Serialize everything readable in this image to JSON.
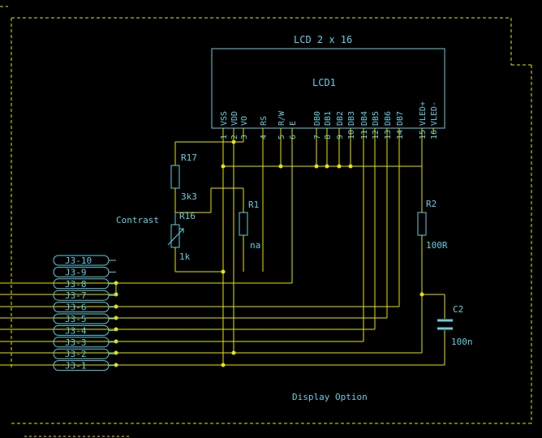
{
  "colors": {
    "background": "#000000",
    "wire": "#e6e600",
    "component": "#66ccdd",
    "label": "#66ccdd",
    "border": "#e6e600"
  },
  "lcd": {
    "title": "LCD 2 x 16",
    "ref": "LCD1",
    "pins": [
      {
        "num": "1",
        "name": "VSS"
      },
      {
        "num": "2",
        "name": "VDD"
      },
      {
        "num": "3",
        "name": "VO"
      },
      {
        "num": "4",
        "name": "RS"
      },
      {
        "num": "5",
        "name": "R/W"
      },
      {
        "num": "6",
        "name": "E"
      },
      {
        "num": "7",
        "name": "DB0"
      },
      {
        "num": "8",
        "name": "DB1"
      },
      {
        "num": "9",
        "name": "DB2"
      },
      {
        "num": "10",
        "name": "DB3"
      },
      {
        "num": "11",
        "name": "DB4"
      },
      {
        "num": "12",
        "name": "DB5"
      },
      {
        "num": "13",
        "name": "DB6"
      },
      {
        "num": "14",
        "name": "DB7"
      },
      {
        "num": "15",
        "name": "VLED+"
      },
      {
        "num": "16",
        "name": "VLED-"
      }
    ]
  },
  "r17": {
    "ref": "R17",
    "value": "3k3"
  },
  "r16": {
    "ref": "R16",
    "value": "1k",
    "label": "Contrast"
  },
  "r1": {
    "ref": "R1",
    "value": "na"
  },
  "r2": {
    "ref": "R2",
    "value": "100R"
  },
  "c2": {
    "ref": "C2",
    "value": "100n"
  },
  "connector": [
    "J3-10",
    "J3-9",
    "J3-8",
    "J3-7",
    "J3-6",
    "J3-5",
    "J3-4",
    "J3-3",
    "J3-2",
    "J3-1"
  ],
  "footer": {
    "option_label": "Display Option"
  }
}
